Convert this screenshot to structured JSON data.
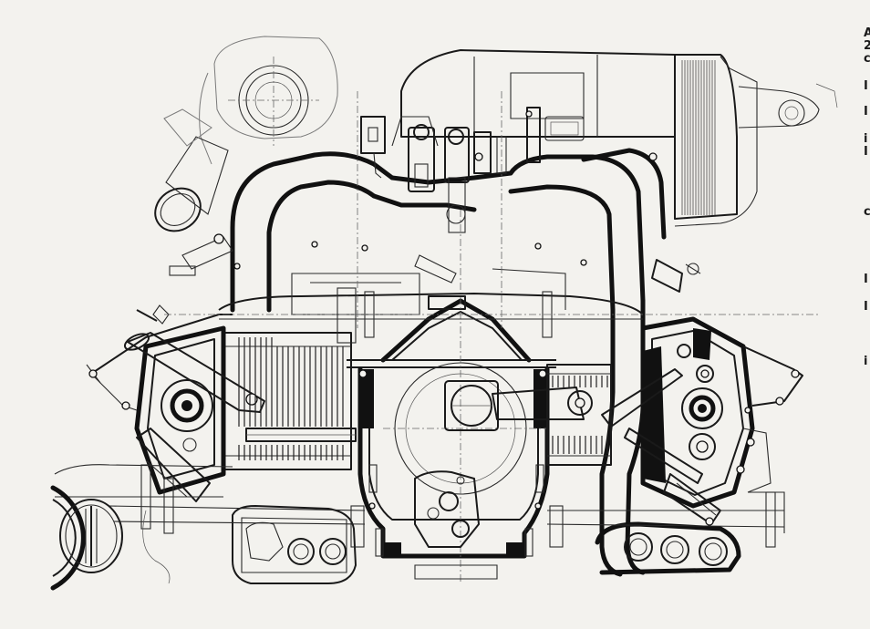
{
  "figure": {
    "subject": "engine-cross-section-drawing",
    "background_color": "#f3f2ee",
    "ink_color": "#111111"
  },
  "margin_text": {
    "visible_fragments": [
      "A",
      "2",
      "c",
      "I",
      "I",
      "i",
      "I",
      "c",
      "I",
      "I",
      "i"
    ]
  }
}
